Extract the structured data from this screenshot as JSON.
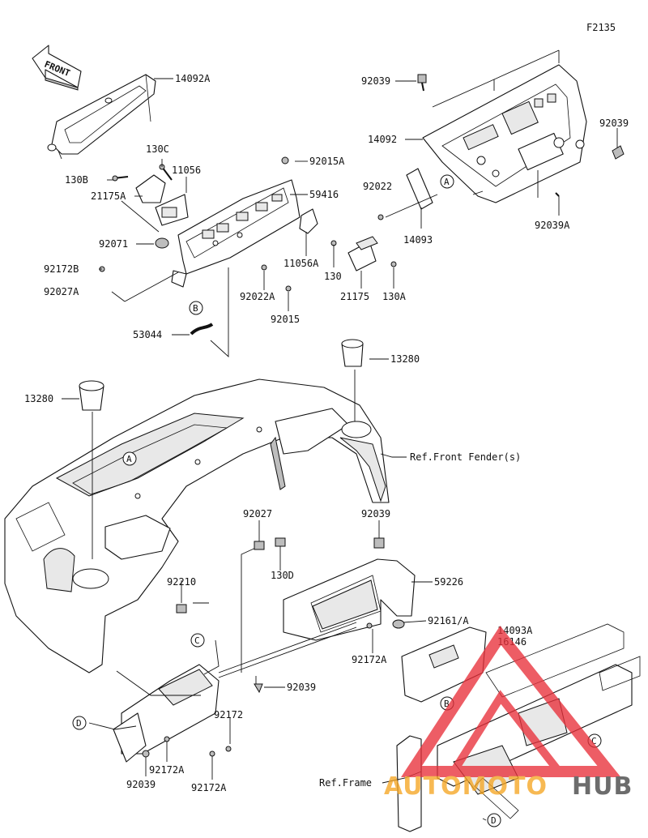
{
  "diagram_code": "F2135",
  "front_arrow": "FRONT",
  "part_labels": {
    "p14092A": "14092A",
    "p130C": "130C",
    "p11056": "11056",
    "p130B": "130B",
    "p21175A": "21175A",
    "p92071": "92071",
    "p92172B": "92172B",
    "p92027A": "92027A",
    "p92015A": "92015A",
    "p59416": "59416",
    "p11056A": "11056A",
    "p130": "130",
    "p21175": "21175",
    "p130A": "130A",
    "p92022A": "92022A",
    "p92015": "92015",
    "p53044": "53044",
    "p92039_top": "92039",
    "p14092": "14092",
    "p92039_right": "92039",
    "p92022": "92022",
    "p14093": "14093",
    "p92039A": "92039A",
    "p13280_right": "13280",
    "p13280_left": "13280",
    "ref_front_fender": "Ref.Front Fender(s)",
    "p92027": "92027",
    "p130D": "130D",
    "p92039_mid": "92039",
    "p59226": "59226",
    "p92210": "92210",
    "p92161A": "92161/A",
    "p92172A_mid": "92172A",
    "p14093A": "14093A",
    "p16146": "16146",
    "p92039_low": "92039",
    "p92172": "92172",
    "p92172A_a": "92172A",
    "p92039_bottom": "92039",
    "p92172A_b": "92172A",
    "ref_frame": "Ref.Frame"
  },
  "callouts": {
    "A1": "A",
    "A2": "A",
    "B1": "B",
    "B2": "B",
    "C1": "C",
    "C2": "C",
    "D1": "D",
    "D2": "D"
  },
  "watermark": {
    "text_auto": "AUTOMOTO",
    "text_hub": "HUB",
    "color_auto": "#f5a623",
    "color_hub": "#444444",
    "triangle_color": "#e8303a"
  }
}
